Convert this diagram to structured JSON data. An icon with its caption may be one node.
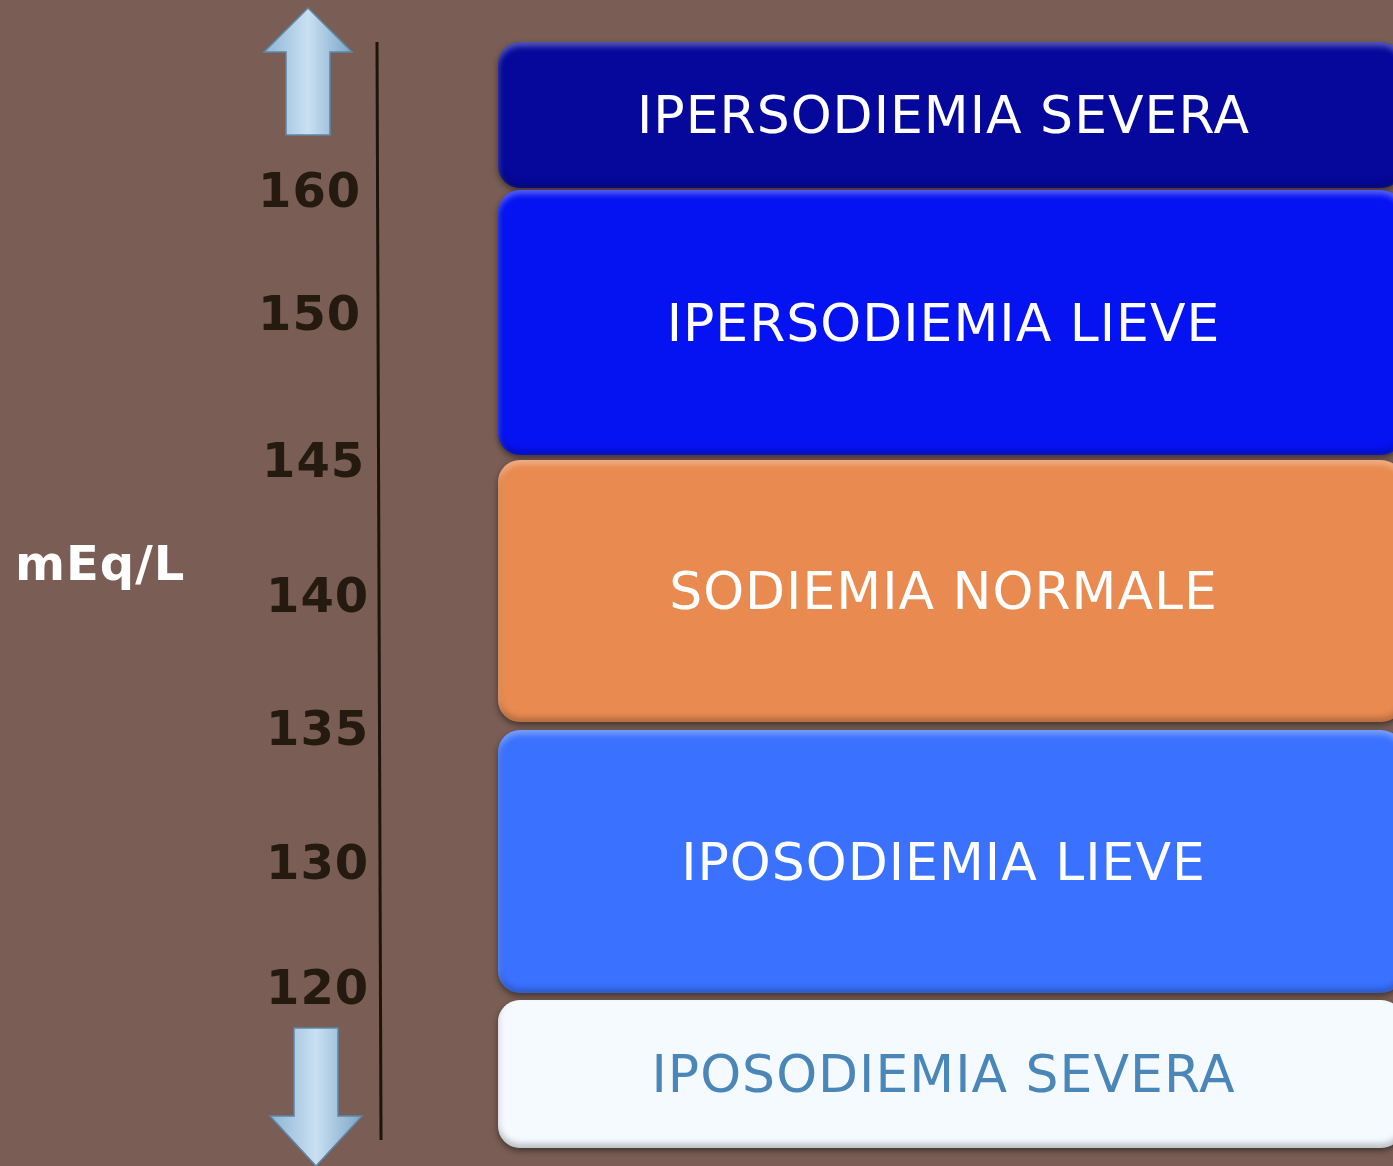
{
  "diagram": {
    "nodes": [
      {
        "text": [
          "IPERSODIEMIA SEVERA"
        ]
      },
      {
        "text": [
          "IPERSODIEMIA LIEVE"
        ]
      },
      {
        "text": [
          "SODIEMIA NORMALE"
        ]
      },
      {
        "text": [
          "IPOSODIEMIA LIEVE"
        ]
      },
      {
        "text": [
          "IPOSODIEMIA SEVERA"
        ]
      }
    ],
    "labels": [
      "160",
      "150",
      "145",
      "mEq/L",
      "140",
      "135",
      "130",
      "120"
    ]
  }
}
